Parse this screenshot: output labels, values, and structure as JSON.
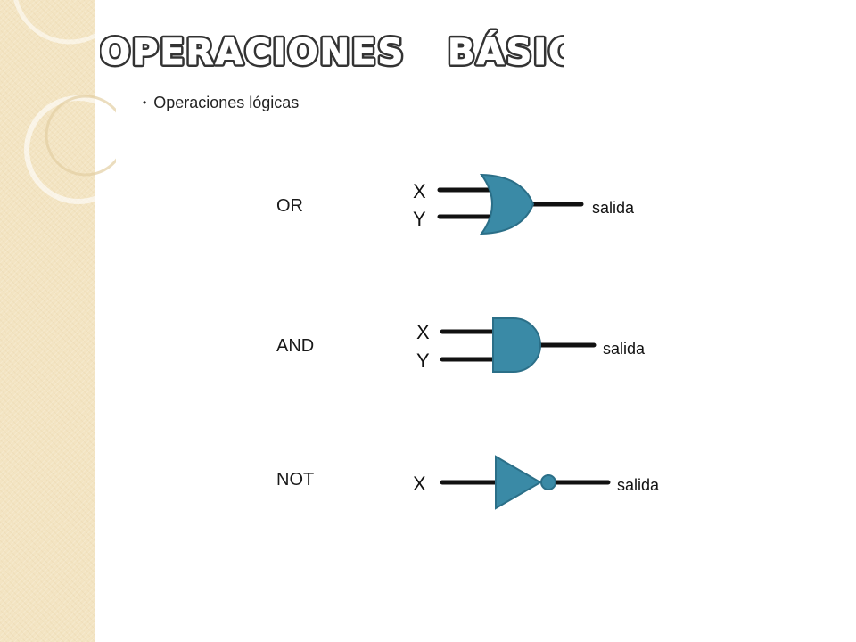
{
  "title": "OPERACIONES   BÁSICAS",
  "bullet": "Operaciones lógicas",
  "gates": [
    {
      "name": "OR",
      "inputs": [
        "X",
        "Y"
      ],
      "output": "salida"
    },
    {
      "name": "AND",
      "inputs": [
        "X",
        "Y"
      ],
      "output": "salida"
    },
    {
      "name": "NOT",
      "inputs": [
        "X"
      ],
      "output": "salida"
    }
  ],
  "colors": {
    "gate_fill": "#3a8aa6",
    "gate_stroke": "#2b6f88",
    "side_strip": "#f3e4c2"
  }
}
